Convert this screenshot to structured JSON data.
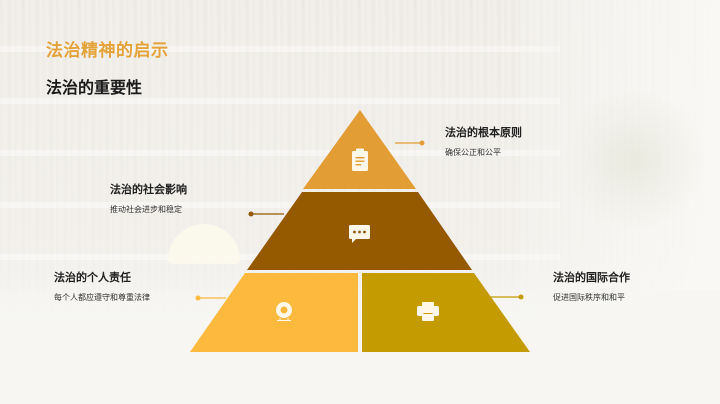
{
  "slide": {
    "title": "法治精神的启示",
    "subtitle": "法治的重要性"
  },
  "pyramid": {
    "levels": [
      {
        "id": "top",
        "heading": "法治的根本原则",
        "description": "确保公正和公平",
        "icon": "clipboard-icon",
        "color": "#E29E35"
      },
      {
        "id": "middle",
        "heading": "法治的社会影响",
        "description": "推动社会进步和稳定",
        "icon": "chat-bubble-icon",
        "color": "#955A00"
      },
      {
        "id": "bottom-left",
        "heading": "法治的个人责任",
        "description": "每个人都应遵守和尊重法律",
        "icon": "webcam-icon",
        "color": "#FDB93E"
      },
      {
        "id": "bottom-right",
        "heading": "法治的国际合作",
        "description": "促进国际秩序和和平",
        "icon": "printer-icon",
        "color": "#C49B00"
      }
    ]
  },
  "colors": {
    "title": "#E4A33A",
    "subtitle": "#1A1A1A",
    "background": "#F4F2EE"
  }
}
